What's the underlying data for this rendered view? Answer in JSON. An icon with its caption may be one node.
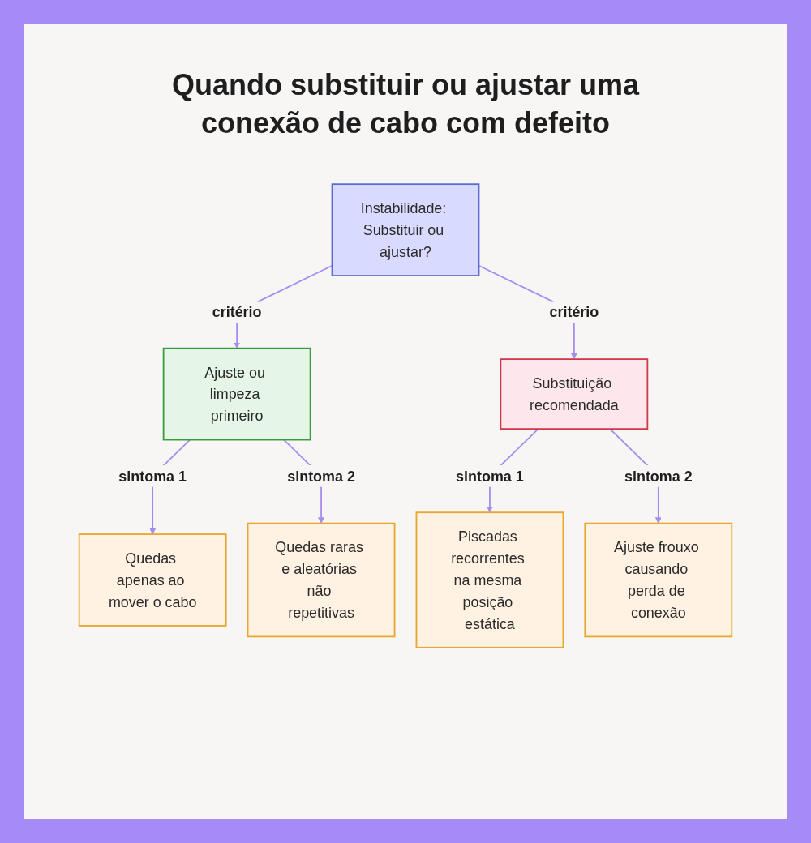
{
  "diagram": {
    "title": "Quando substituir ou ajustar uma conexão de cabo com defeito",
    "nodes": [
      {
        "text": [
          "Instabilidade: Substituir ou ajustar?"
        ]
      },
      {
        "text": [
          "Ajuste ou limpeza primeiro"
        ]
      },
      {
        "text": [
          "Substituição recomendada"
        ]
      },
      {
        "text": [
          "Quedas apenas ao mover o cabo"
        ]
      },
      {
        "text": [
          "Quedas raras e aleatórias não repetitivas"
        ]
      },
      {
        "text": [
          "Piscadas recorrentes na mesma posição estática"
        ]
      },
      {
        "text": [
          "Ajuste frouxo causando perda de conexão"
        ]
      }
    ],
    "edges": [
      {
        "from": 0,
        "to": 1,
        "arrow": "to",
        "label": "critério"
      },
      {
        "from": 0,
        "to": 2,
        "arrow": "to",
        "label": "critério"
      },
      {
        "from": 1,
        "to": 3,
        "arrow": "to",
        "label": "sintoma 1"
      },
      {
        "from": 1,
        "to": 4,
        "arrow": "to",
        "label": "sintoma 2"
      },
      {
        "from": 2,
        "to": 5,
        "arrow": "to",
        "label": "sintoma 1"
      },
      {
        "from": 2,
        "to": 6,
        "arrow": "to",
        "label": "sintoma 2"
      }
    ]
  }
}
